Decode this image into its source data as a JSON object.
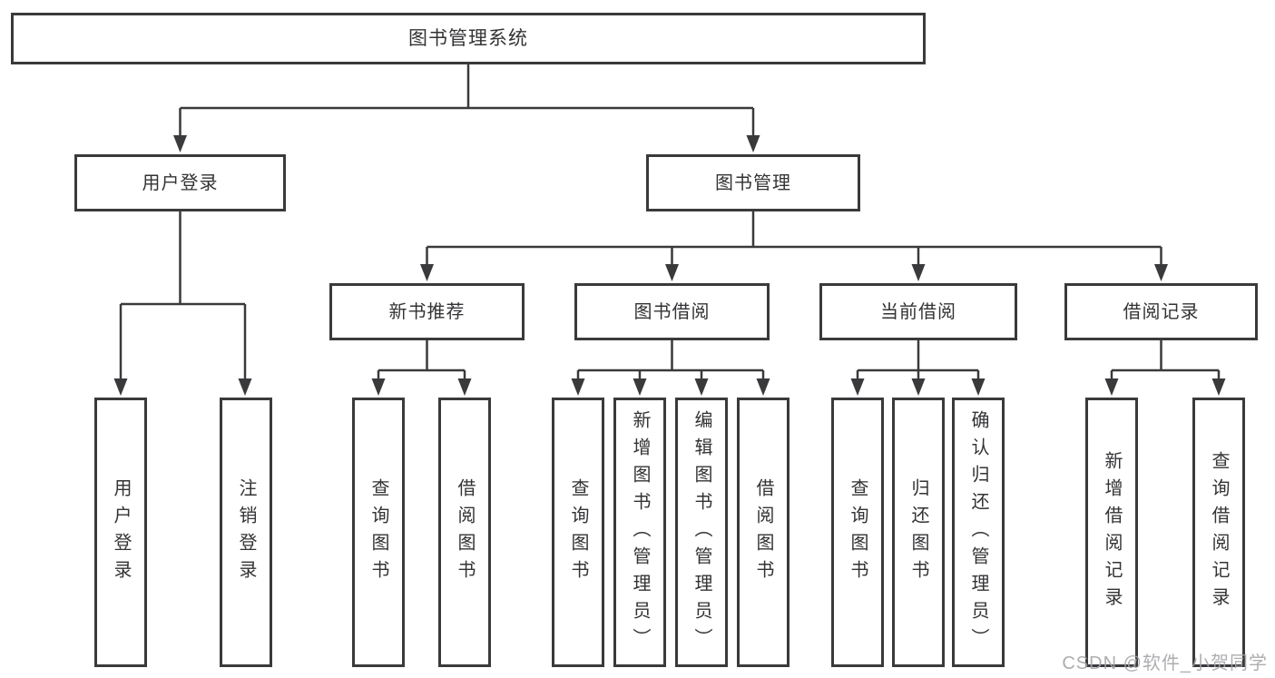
{
  "tree": {
    "root": {
      "label": "图书管理系统"
    },
    "branches": [
      {
        "label": "用户登录",
        "children": [
          "用户登录",
          "注销登录"
        ]
      },
      {
        "label": "图书管理",
        "groups": [
          {
            "label": "新书推荐",
            "children": [
              "查询图书",
              "借阅图书"
            ]
          },
          {
            "label": "图书借阅",
            "children": [
              "查询图书",
              "新增图书（管理员）",
              "编辑图书（管理员）",
              "借阅图书"
            ]
          },
          {
            "label": "当前借阅",
            "children": [
              "查询图书",
              "归还图书",
              "确认归还（管理员）"
            ]
          },
          {
            "label": "借阅记录",
            "children": [
              "新增借阅记录",
              "查询借阅记录"
            ]
          }
        ]
      }
    ]
  },
  "watermark": "CSDN @软件_小贺同学",
  "colors": {
    "line": "#3a3a3d",
    "box_border": "#3a3a3d",
    "text": "#333336",
    "watermark": "#a5a5a8",
    "background": "#ffffff"
  }
}
